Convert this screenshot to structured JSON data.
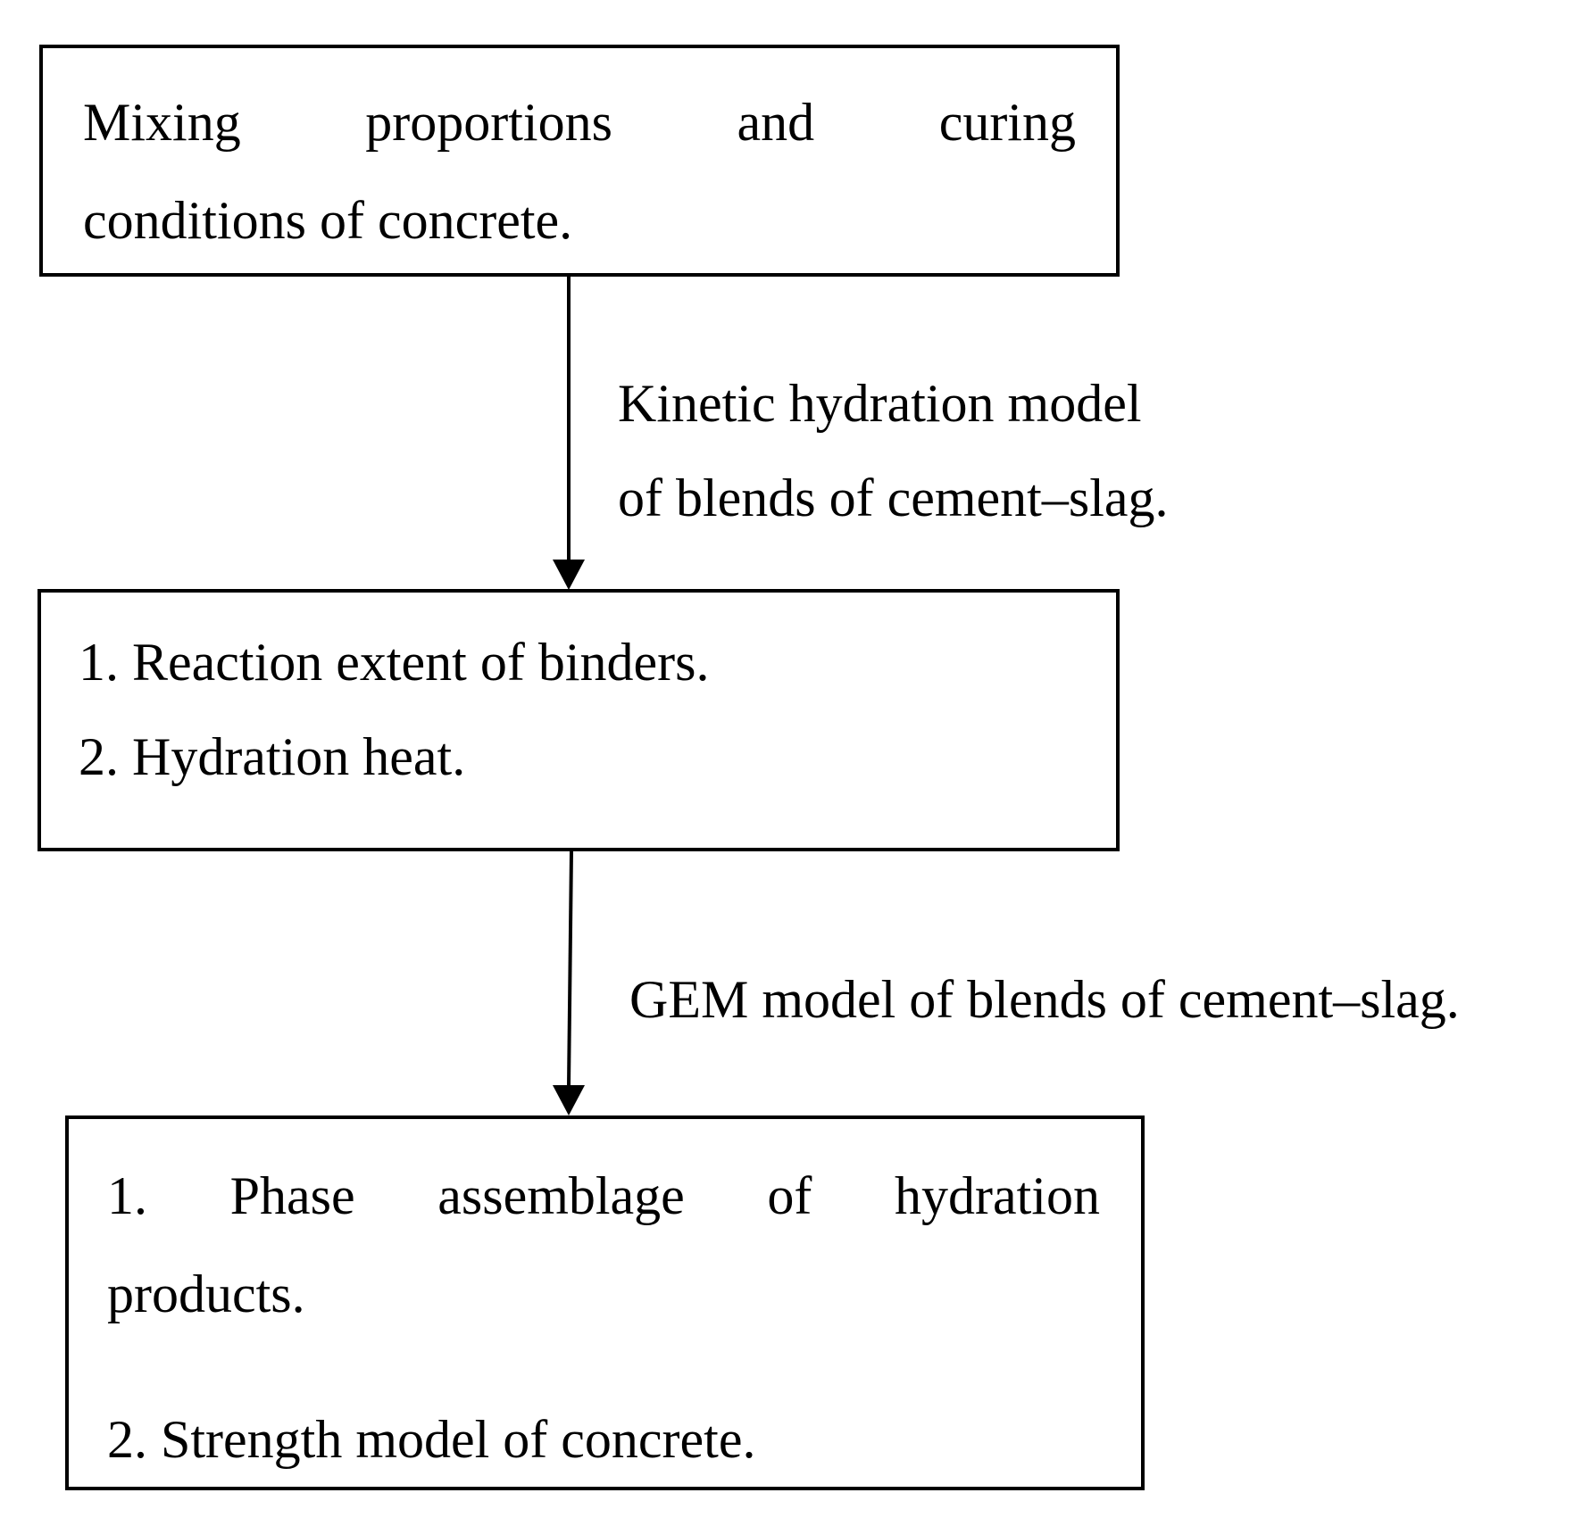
{
  "nodes": {
    "input": {
      "line1_words": [
        "Mixing",
        "proportions",
        "and",
        "curing"
      ],
      "line2": "conditions of concrete."
    },
    "intermediate": {
      "item1": "1. Reaction extent of binders.",
      "item2": "2. Hydration heat."
    },
    "output": {
      "line1_words": [
        "1.",
        "Phase",
        "assemblage",
        "of",
        "hydration"
      ],
      "line2": "products.",
      "item2": "2. Strength model of concrete."
    }
  },
  "edges": {
    "kinetic": {
      "label_line1": "Kinetic hydration model",
      "label_line2": "of blends of cement–slag."
    },
    "gem": {
      "label": "GEM model of blends of cement–slag."
    }
  }
}
